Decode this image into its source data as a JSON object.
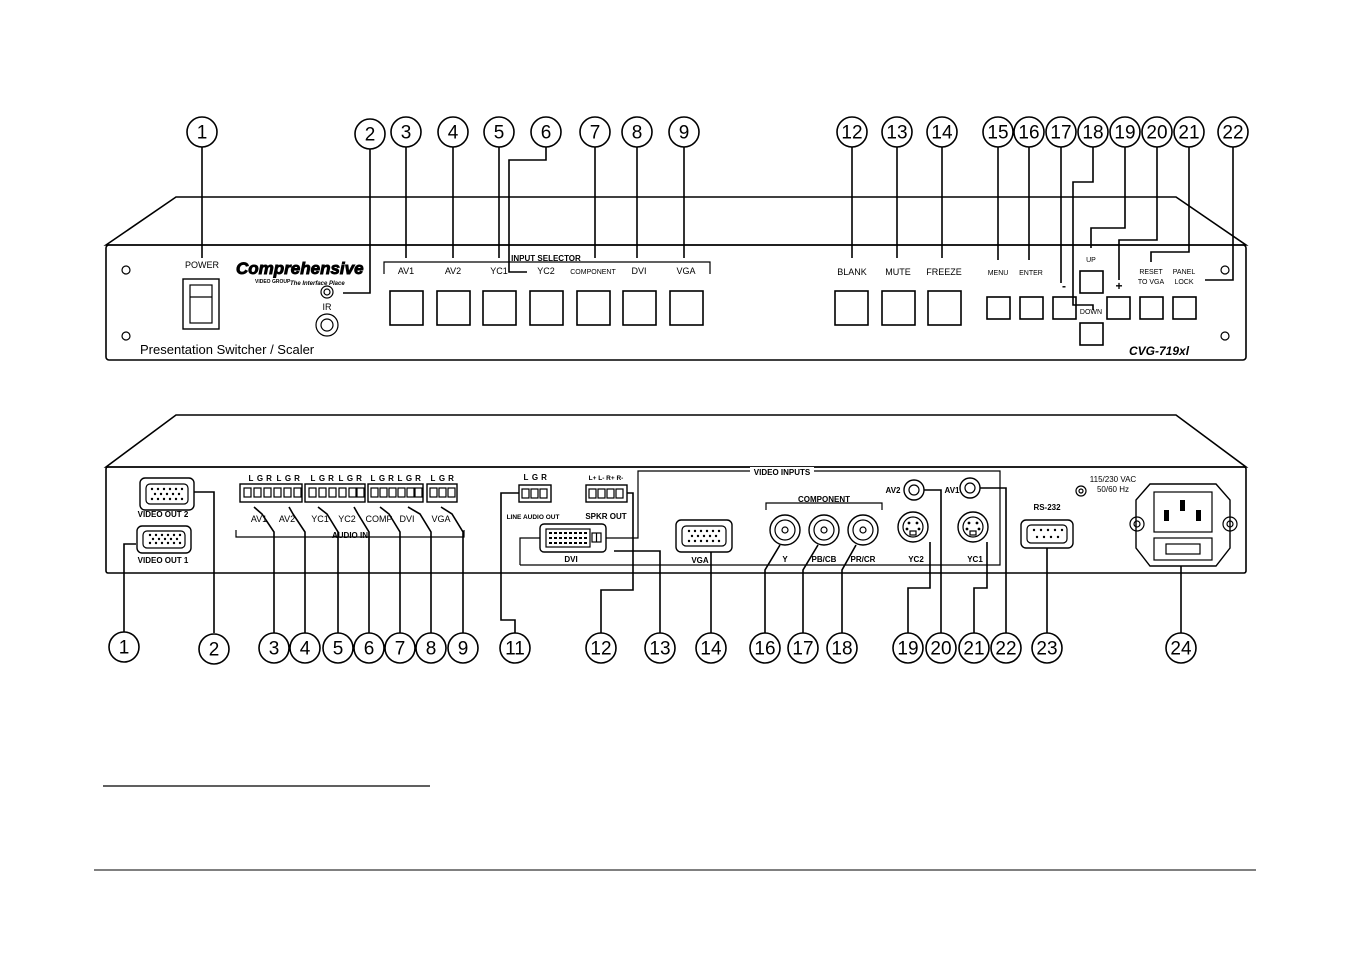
{
  "front": {
    "power": "POWER",
    "ir": "IR",
    "brand": "Comprehensive",
    "brand_sub1": "VIDEO GROUP",
    "brand_sub2": "The Interface Place",
    "input_selector": "INPUT SELECTOR",
    "inputs": [
      "AV1",
      "AV2",
      "YC1",
      "YC2",
      "COMPONENT",
      "DVI",
      "VGA"
    ],
    "controls": [
      "BLANK",
      "MUTE",
      "FREEZE"
    ],
    "menu": "MENU",
    "enter": "ENTER",
    "minus": "-",
    "plus": "+",
    "up": "UP",
    "down": "DOWN",
    "reset_1": "RESET",
    "reset_2": "TO VGA",
    "panel_1": "PANEL",
    "panel_2": "LOCK",
    "title": "Presentation Switcher / Scaler",
    "model": "CVG-719xl",
    "callouts": [
      "1",
      "2",
      "3",
      "4",
      "5",
      "6",
      "7",
      "8",
      "9",
      "12",
      "13",
      "14",
      "15",
      "16",
      "17",
      "18",
      "19",
      "20",
      "21",
      "22"
    ]
  },
  "rear": {
    "video_out_2": "VIDEO OUT 2",
    "video_out_1": "VIDEO OUT 1",
    "audio_pins": [
      "L",
      "G",
      "R",
      "L",
      "G",
      "R",
      "L",
      "G",
      "R",
      "L",
      "G",
      "R",
      "L",
      "G",
      "R",
      "L",
      "G",
      "R",
      "L",
      "G",
      "R"
    ],
    "audio_labels": [
      "AV1",
      "AV2",
      "YC1",
      "YC2",
      "COMP",
      "DVI",
      "VGA"
    ],
    "audio_in": "AUDIO IN",
    "line_audio_pins": [
      "L",
      "G",
      "R"
    ],
    "line_audio_out": "LINE AUDIO OUT",
    "spkr_pins": "L+ L- R+ R-",
    "spkr_out": "SPKR OUT",
    "video_inputs": "VIDEO INPUTS",
    "component": "COMPONENT",
    "dvi": "DVI",
    "vga": "VGA",
    "y": "Y",
    "pb": "PB/CB",
    "pr": "PR/CR",
    "yc2": "YC2",
    "yc1": "YC1",
    "av2": "AV2",
    "av1": "AV1",
    "rs232": "RS-232",
    "power_1": "115/230 VAC",
    "power_2": "50/60 Hz",
    "callouts": [
      "1",
      "2",
      "3",
      "4",
      "5",
      "6",
      "7",
      "8",
      "9",
      "11",
      "12",
      "13",
      "14",
      "16",
      "17",
      "18",
      "19",
      "20",
      "21",
      "22",
      "23",
      "24"
    ]
  }
}
